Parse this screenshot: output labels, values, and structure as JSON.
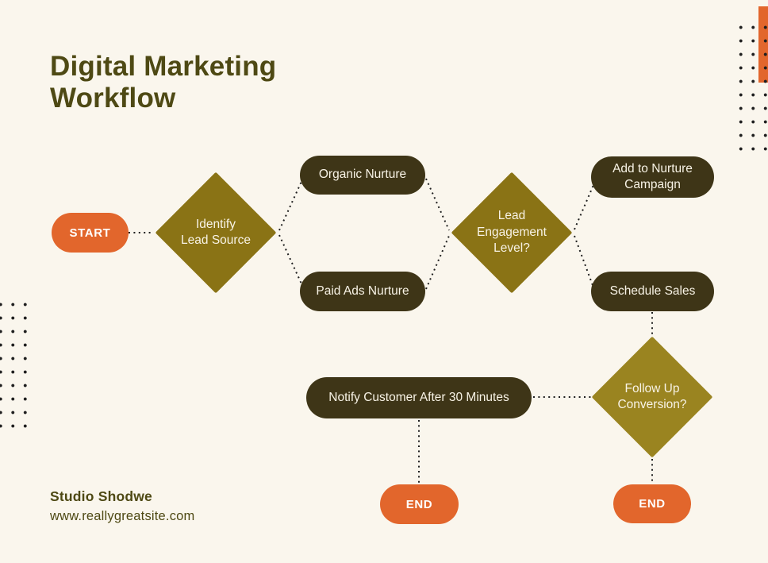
{
  "page": {
    "title_line1": "Digital Marketing",
    "title_line2": "Workflow"
  },
  "colors": {
    "background": "#FAF6ED",
    "title_text": "#4E4914",
    "diamond_olive": "#8A7315",
    "diamond_olive_light": "#9A8420",
    "process_box": "#3E3517",
    "terminator_orange": "#E2662C",
    "node_text": "#F8F3E6",
    "dots_and_lines": "#1F1F1F"
  },
  "flowchart": {
    "nodes": {
      "start": {
        "label": "START"
      },
      "identify_lead_source": {
        "line1": "Identify",
        "line2": "Lead Source"
      },
      "organic_nurture": {
        "label": "Organic Nurture"
      },
      "paid_ads_nurture": {
        "label": "Paid Ads Nurture"
      },
      "lead_engagement_level": {
        "line1": "Lead",
        "line2": "Engagement",
        "line3": "Level?"
      },
      "add_to_nurture_campaign": {
        "line1": "Add to Nurture",
        "line2": "Campaign"
      },
      "schedule_sales": {
        "label": "Schedule Sales"
      },
      "follow_up_conversion": {
        "line1": "Follow Up",
        "line2": "Conversion?"
      },
      "notify_customer": {
        "label": "Notify Customer After 30 Minutes"
      },
      "end_1": {
        "label": "END"
      },
      "end_2": {
        "label": "END"
      }
    },
    "edges": [
      {
        "from": "start",
        "to": "identify_lead_source"
      },
      {
        "from": "identify_lead_source",
        "to": "organic_nurture"
      },
      {
        "from": "identify_lead_source",
        "to": "paid_ads_nurture"
      },
      {
        "from": "organic_nurture",
        "to": "lead_engagement_level"
      },
      {
        "from": "paid_ads_nurture",
        "to": "lead_engagement_level"
      },
      {
        "from": "lead_engagement_level",
        "to": "add_to_nurture_campaign"
      },
      {
        "from": "lead_engagement_level",
        "to": "schedule_sales"
      },
      {
        "from": "schedule_sales",
        "to": "follow_up_conversion"
      },
      {
        "from": "follow_up_conversion",
        "to": "notify_customer"
      },
      {
        "from": "notify_customer",
        "to": "end_1"
      },
      {
        "from": "follow_up_conversion",
        "to": "end_2"
      }
    ]
  },
  "footer": {
    "brand": "Studio Shodwe",
    "website": "www.reallygreatsite.com"
  }
}
